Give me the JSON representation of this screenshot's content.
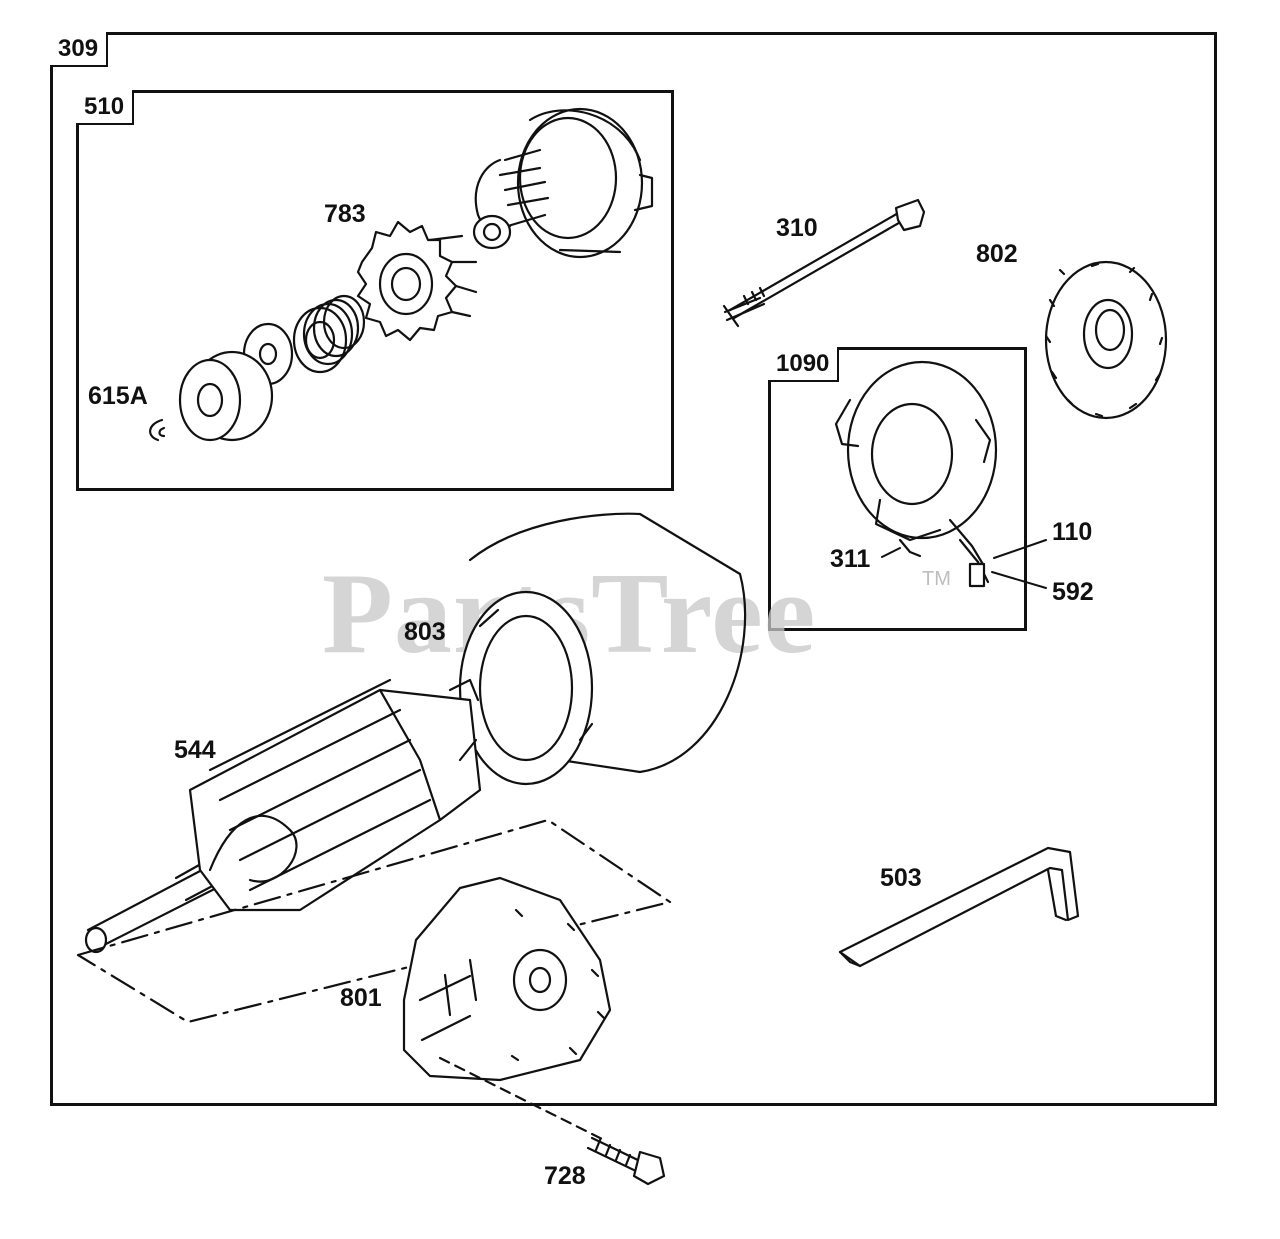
{
  "diagram": {
    "frames": {
      "outer": "309",
      "drive": "510",
      "brush": "1090"
    },
    "parts": {
      "p783": "783",
      "p615a": "615A",
      "p310": "310",
      "p802": "802",
      "p311": "311",
      "p110": "110",
      "p592": "592",
      "p803": "803",
      "p544": "544",
      "p503": "503",
      "p801": "801",
      "p728": "728"
    },
    "watermark": {
      "text": "PartsTree",
      "mark": "TM"
    }
  }
}
